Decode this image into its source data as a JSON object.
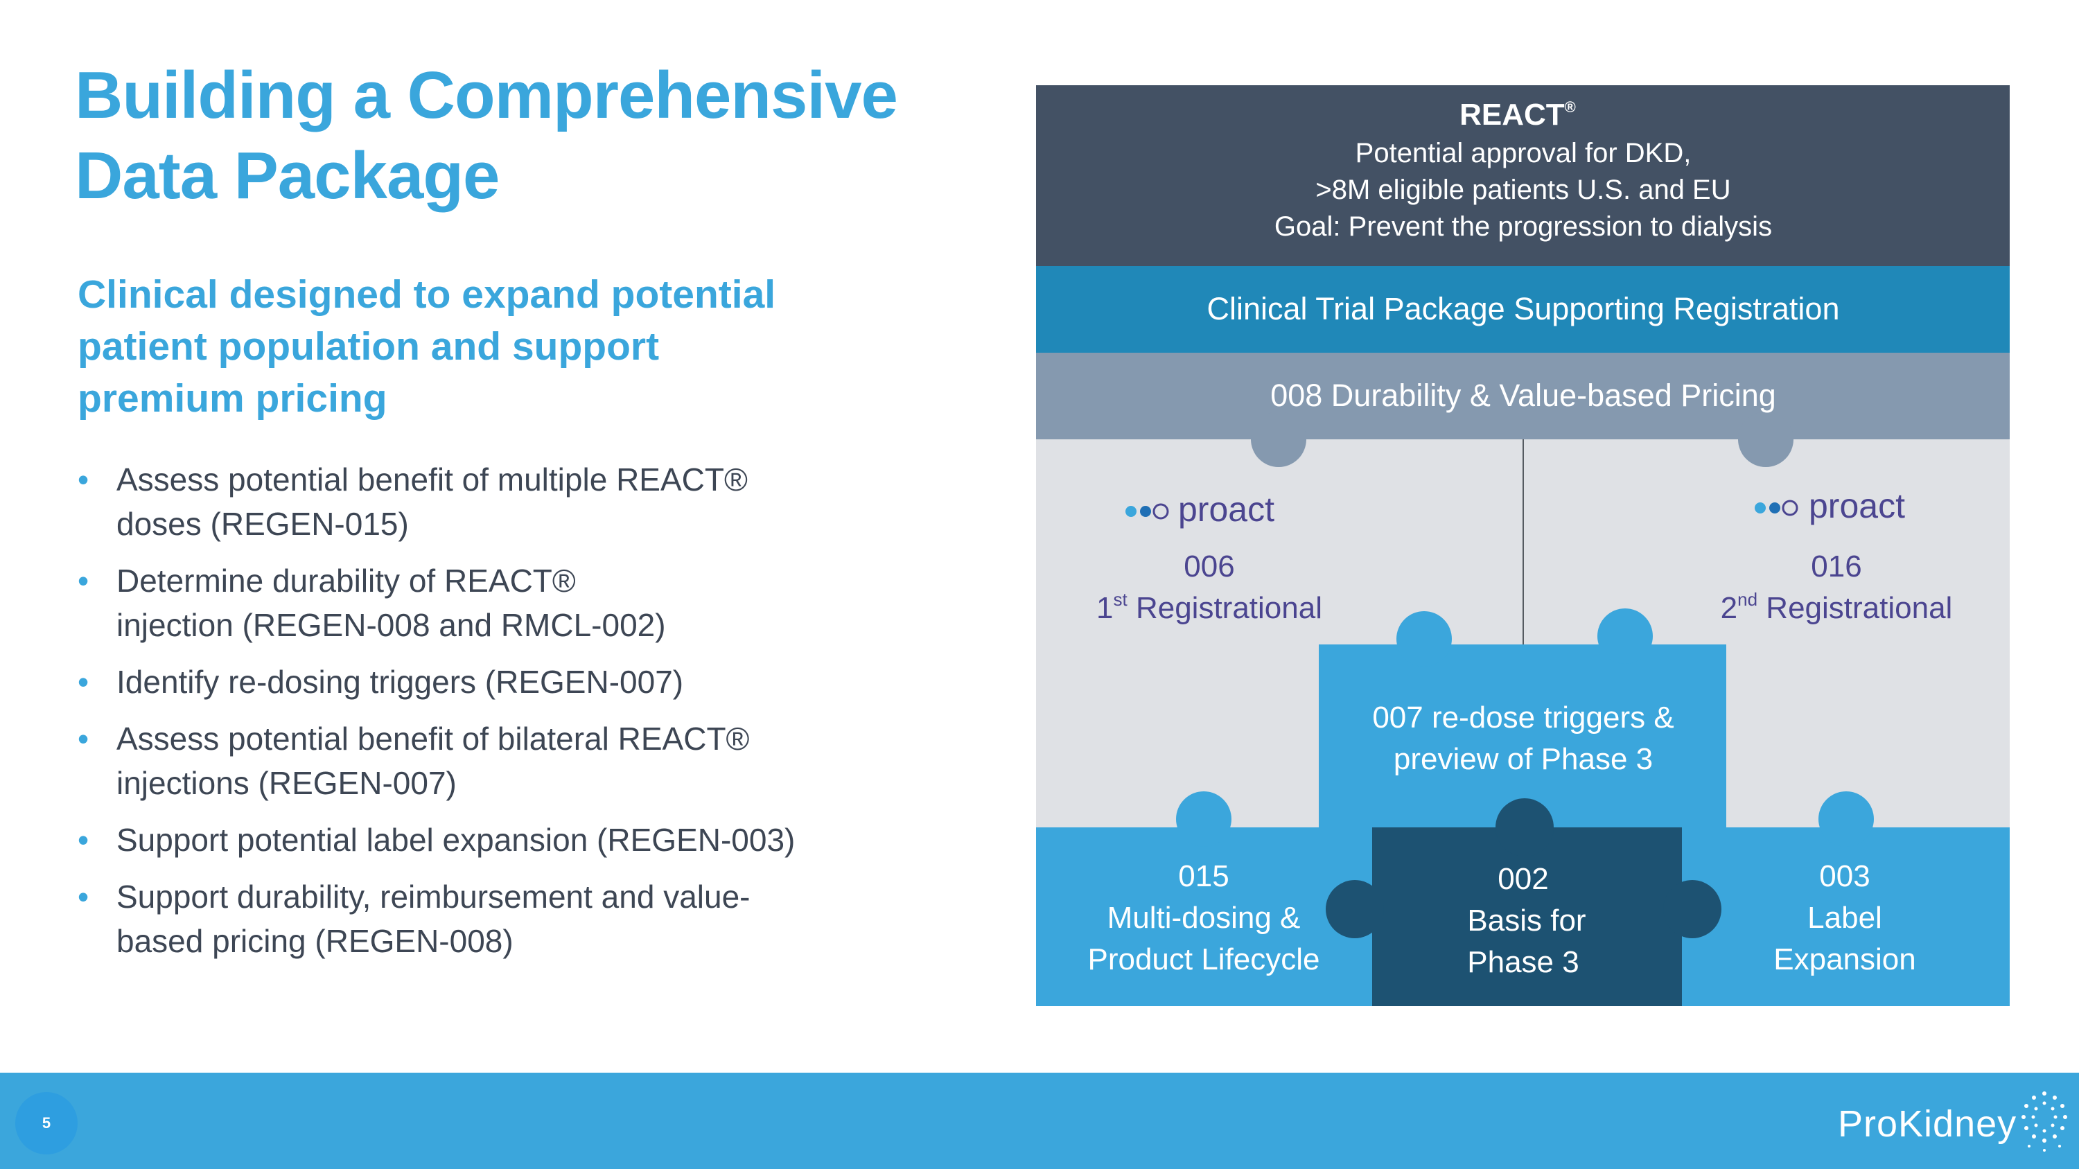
{
  "title": {
    "line1": "Building a Comprehensive",
    "line2": "Data Package"
  },
  "subtitle": {
    "line1": "Clinical designed to expand potential",
    "line2": "patient population and support",
    "line3": "premium pricing"
  },
  "bullets": [
    {
      "line1": "Assess potential benefit of multiple REACT®",
      "line2": "doses (REGEN-015)"
    },
    {
      "line1": "Determine durability of REACT®",
      "line2": "injection (REGEN-008 and RMCL-002)"
    },
    {
      "line1": "Identify re-dosing triggers (REGEN-007)",
      "line2": ""
    },
    {
      "line1": "Assess potential benefit of bilateral REACT®",
      "line2": "injections (REGEN-007)"
    },
    {
      "line1": "Support potential label expansion (REGEN-003)",
      "line2": ""
    },
    {
      "line1": "Support durability, reimbursement and value-",
      "line2": "based pricing (REGEN-008)"
    }
  ],
  "diagram": {
    "header": {
      "brand": "REACT",
      "brand_mark": "®",
      "line1": "Potential approval for DKD,",
      "line2": ">8M eligible patients U.S. and EU",
      "line3": "Goal: Prevent the progression to dialysis"
    },
    "band1": "Clinical Trial Package Supporting Registration",
    "band2": "008 Durability & Value-based Pricing",
    "left_trial": {
      "logo": "proact",
      "number": "006",
      "ord_num": "1",
      "ord_sup": "st",
      "label": "Registrational"
    },
    "right_trial": {
      "logo": "proact",
      "number": "016",
      "ord_num": "2",
      "ord_sup": "nd",
      "label": "Registrational"
    },
    "center": {
      "line1": "007 re-dose triggers &",
      "line2": "preview of Phase 3"
    },
    "bottom_left": {
      "line1": "015",
      "line2": "Multi-dosing &",
      "line3": "Product Lifecycle"
    },
    "bottom_center": {
      "line1": "002",
      "line2": "Basis for",
      "line3": "Phase 3"
    },
    "bottom_right": {
      "line1": "003",
      "line2": "Label",
      "line3": "Expansion"
    },
    "colors": {
      "header": "#435164",
      "band1": "#2088b8",
      "band2": "#8599af",
      "gray": "#dfe1e5",
      "blue": "#3ba6dc",
      "dark": "#1d5272",
      "proact": "#4b4590"
    }
  },
  "footer": {
    "page_number": "5",
    "logo": "ProKidney"
  }
}
